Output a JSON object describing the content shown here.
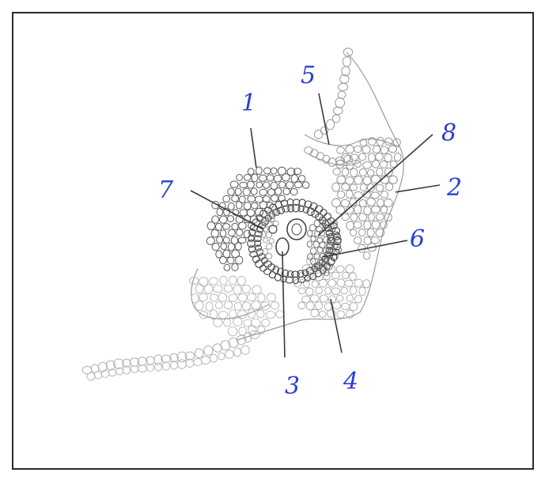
{
  "colors": {
    "ink": "#2a3fd6",
    "pencil_dark": "#555555",
    "pencil_mid": "#8a8a8a",
    "pencil_light": "#b4b4b4",
    "paper": "#ffffff"
  },
  "labels": [
    "1",
    "2",
    "3",
    "4",
    "5",
    "6",
    "7",
    "8"
  ]
}
